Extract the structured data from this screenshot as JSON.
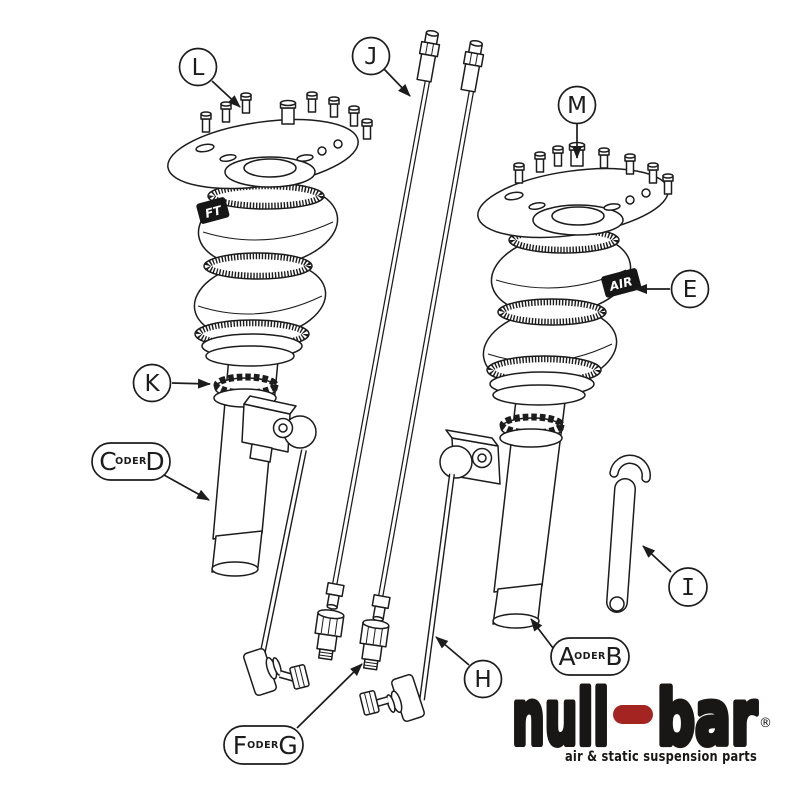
{
  "diagram": {
    "ink": "#1c1c1c",
    "background": "#ffffff",
    "callouts": {
      "l": "L",
      "j": "J",
      "m": "M",
      "e": "E",
      "k": "K",
      "i": "I",
      "h": "H",
      "c": "C",
      "d": "D",
      "a": "A",
      "b": "B",
      "f": "F",
      "g": "G",
      "oder": "ODER"
    },
    "part_markings": {
      "left_airspring": "FT",
      "right_airspring": "AIR"
    }
  },
  "logo": {
    "word1": "null",
    "word2": "bar",
    "registered": "®",
    "tagline": "air & static suspension parts",
    "accent": "#a32421",
    "ink": "#181715"
  }
}
